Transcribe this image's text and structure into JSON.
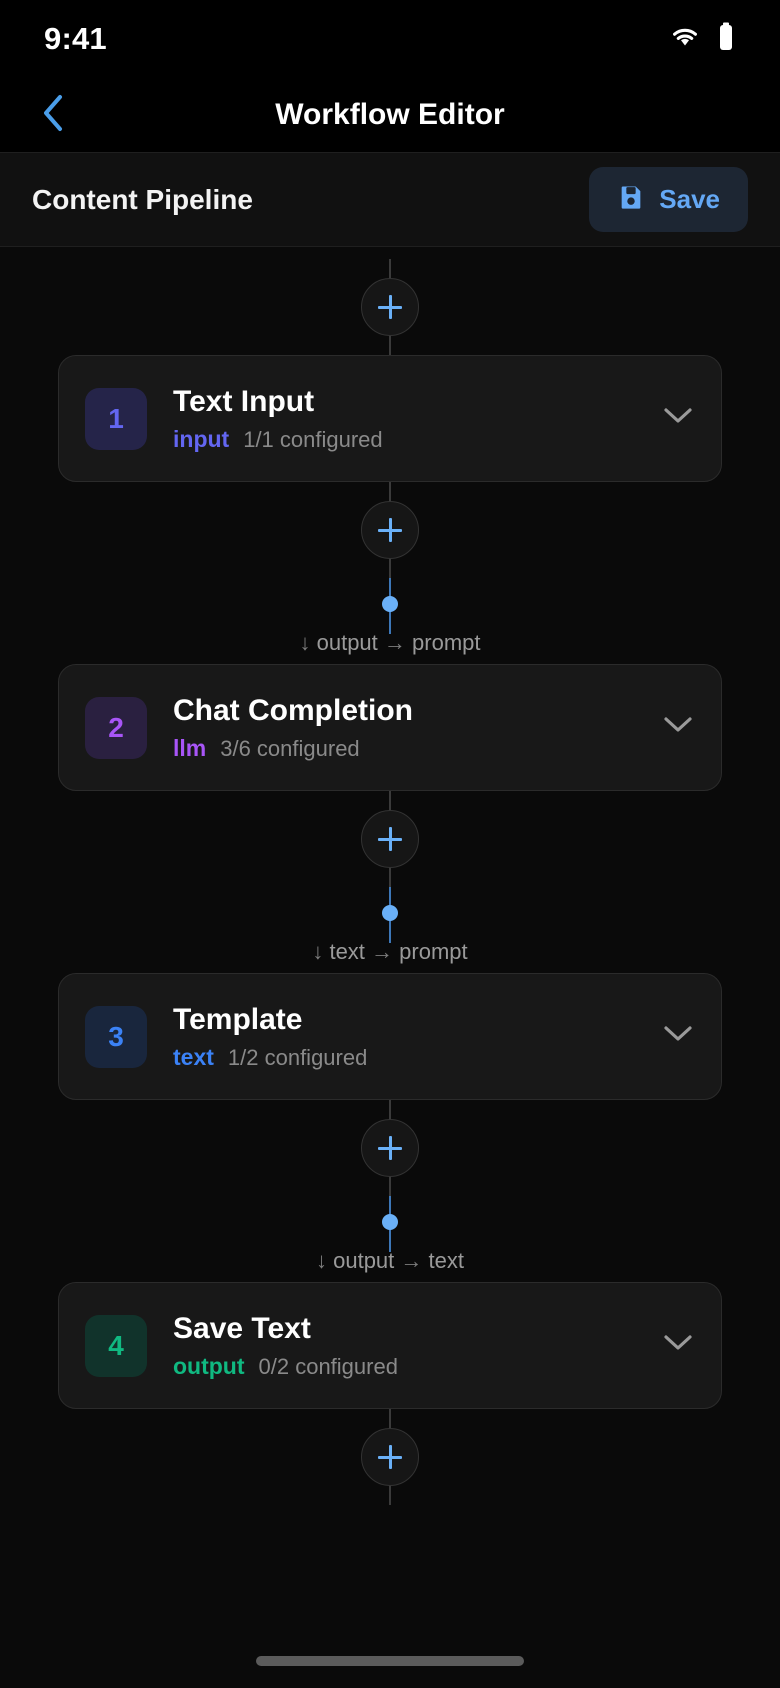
{
  "status_bar": {
    "time": "9:41",
    "wifi_icon": "wifi-icon",
    "battery_icon": "battery-icon"
  },
  "nav": {
    "back_icon": "chevron-left-icon",
    "title": "Workflow Editor"
  },
  "sub_header": {
    "pipeline_name": "Content Pipeline",
    "save_label": "Save",
    "save_icon": "floppy-disk-icon"
  },
  "colors": {
    "accent_blue": "#6ab0f7",
    "background": "#0a0a0a",
    "card_background": "#181818",
    "muted_text": "#8a8a8a"
  },
  "flow": {
    "add_button_label": "+",
    "nodes": [
      {
        "number": "1",
        "title": "Text Input",
        "type": "input",
        "type_color": "#6366f1",
        "badge_bg": "#252449",
        "configured": "1/1 configured",
        "chevron_icon": "chevron-down-icon"
      },
      {
        "number": "2",
        "title": "Chat Completion",
        "type": "llm",
        "type_color": "#a855f7",
        "badge_bg": "#2a2040",
        "configured": "3/6 configured",
        "chevron_icon": "chevron-down-icon"
      },
      {
        "number": "3",
        "title": "Template",
        "type": "text",
        "type_color": "#3b82f6",
        "badge_bg": "#19263d",
        "configured": "1/2 configured",
        "chevron_icon": "chevron-down-icon"
      },
      {
        "number": "4",
        "title": "Save Text",
        "type": "output",
        "type_color": "#10b981",
        "badge_bg": "#11332b",
        "configured": "0/2 configured",
        "chevron_icon": "chevron-down-icon"
      }
    ],
    "connections": [
      {
        "down_arrow": "↓",
        "from_port": "output",
        "arrow": "→",
        "to_port": "prompt"
      },
      {
        "down_arrow": "↓",
        "from_port": "text",
        "arrow": "→",
        "to_port": "prompt"
      },
      {
        "down_arrow": "↓",
        "from_port": "output",
        "arrow": "→",
        "to_port": "text"
      }
    ]
  }
}
